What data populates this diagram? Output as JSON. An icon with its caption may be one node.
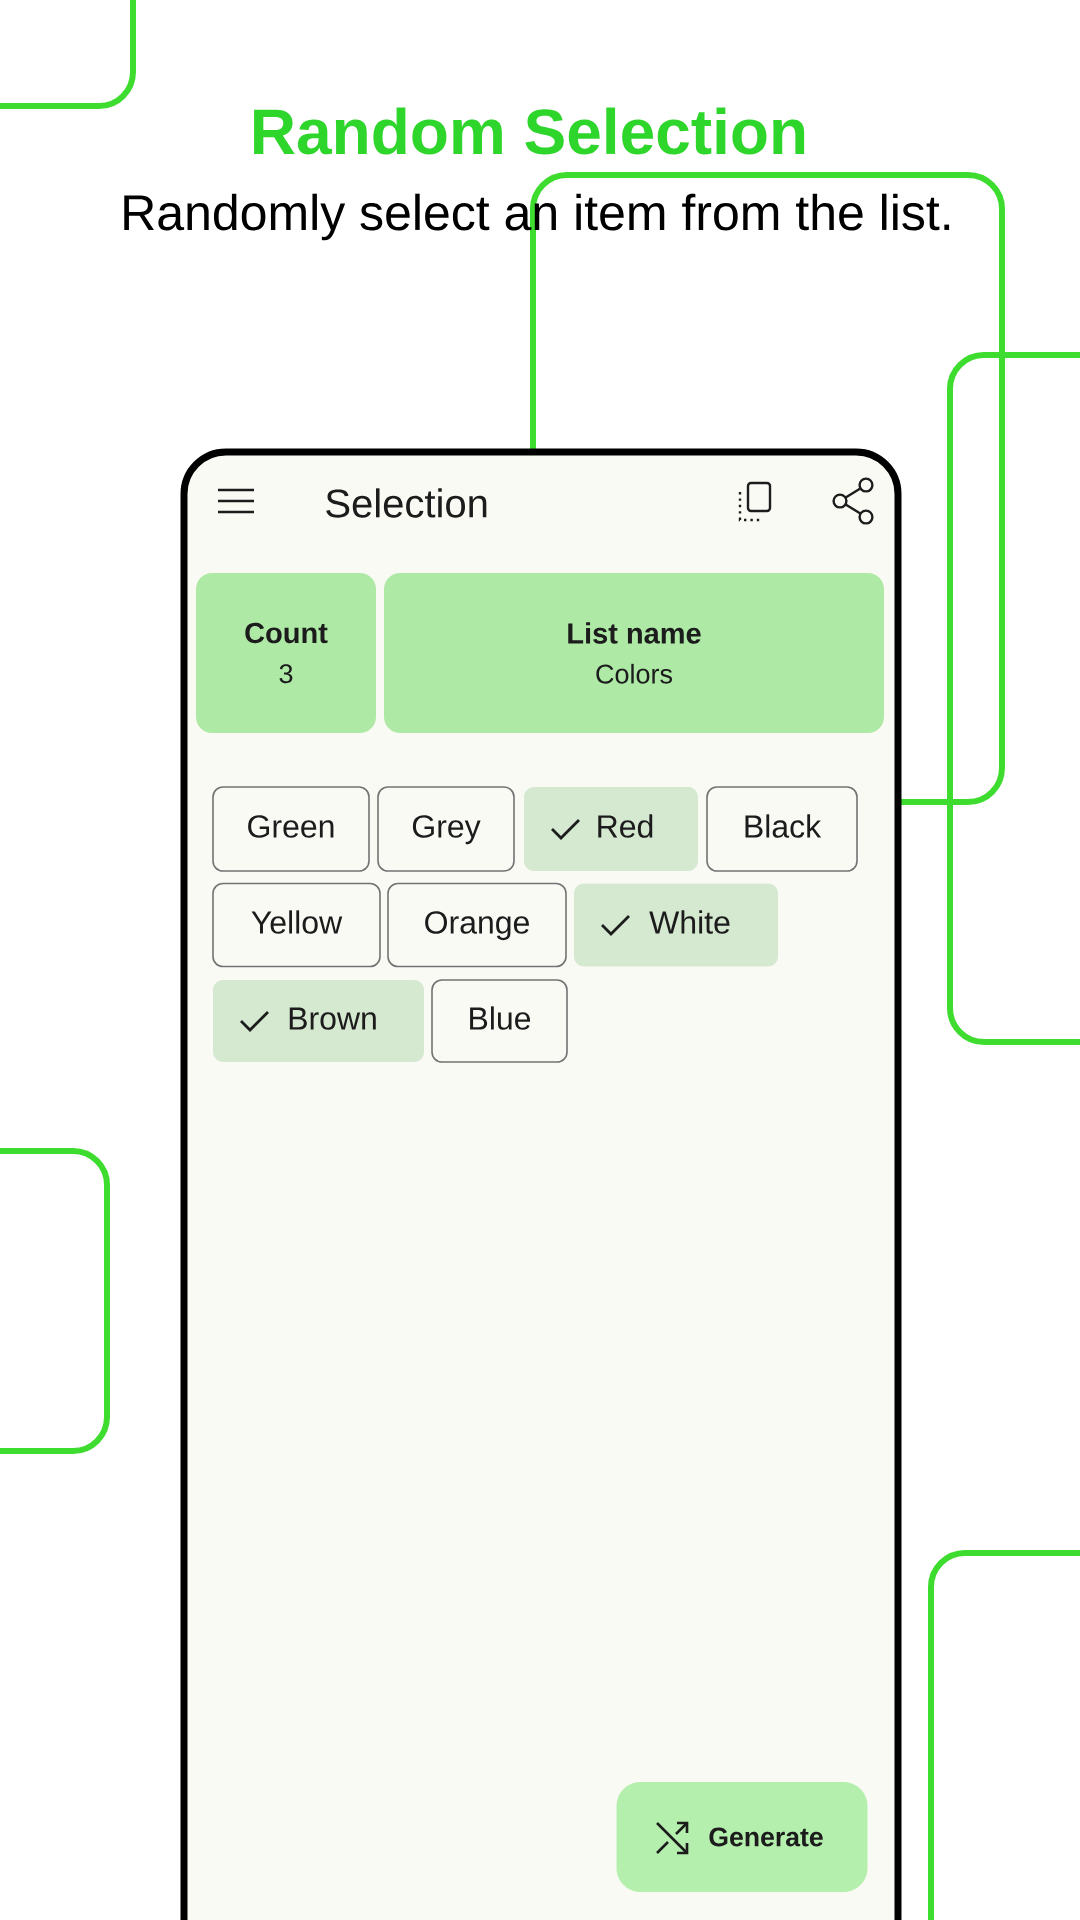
{
  "diagram": {
    "title": "Random Selection",
    "caption": "Randomly select an item from the list.",
    "nodes": [
      {
        "text": [
          "Selection"
        ]
      },
      {
        "text": [
          "Count",
          "3"
        ],
        "in": 0
      },
      {
        "text": [
          "List name",
          "Colors"
        ],
        "in": 0
      },
      {
        "text": [
          "Green"
        ],
        "in": 0
      },
      {
        "text": [
          "Grey"
        ],
        "in": 0
      },
      {
        "text": [
          "Red"
        ],
        "in": 0
      },
      {
        "text": [
          "Black"
        ],
        "in": 0
      },
      {
        "text": [
          "Yellow"
        ],
        "in": 0
      },
      {
        "text": [
          "Orange"
        ],
        "in": 0
      },
      {
        "text": [
          "White"
        ],
        "in": 0
      },
      {
        "text": [
          "Brown"
        ],
        "in": 0
      },
      {
        "text": [
          "Blue"
        ],
        "in": 0
      },
      {
        "text": [
          "Generate"
        ],
        "in": 0
      }
    ]
  }
}
